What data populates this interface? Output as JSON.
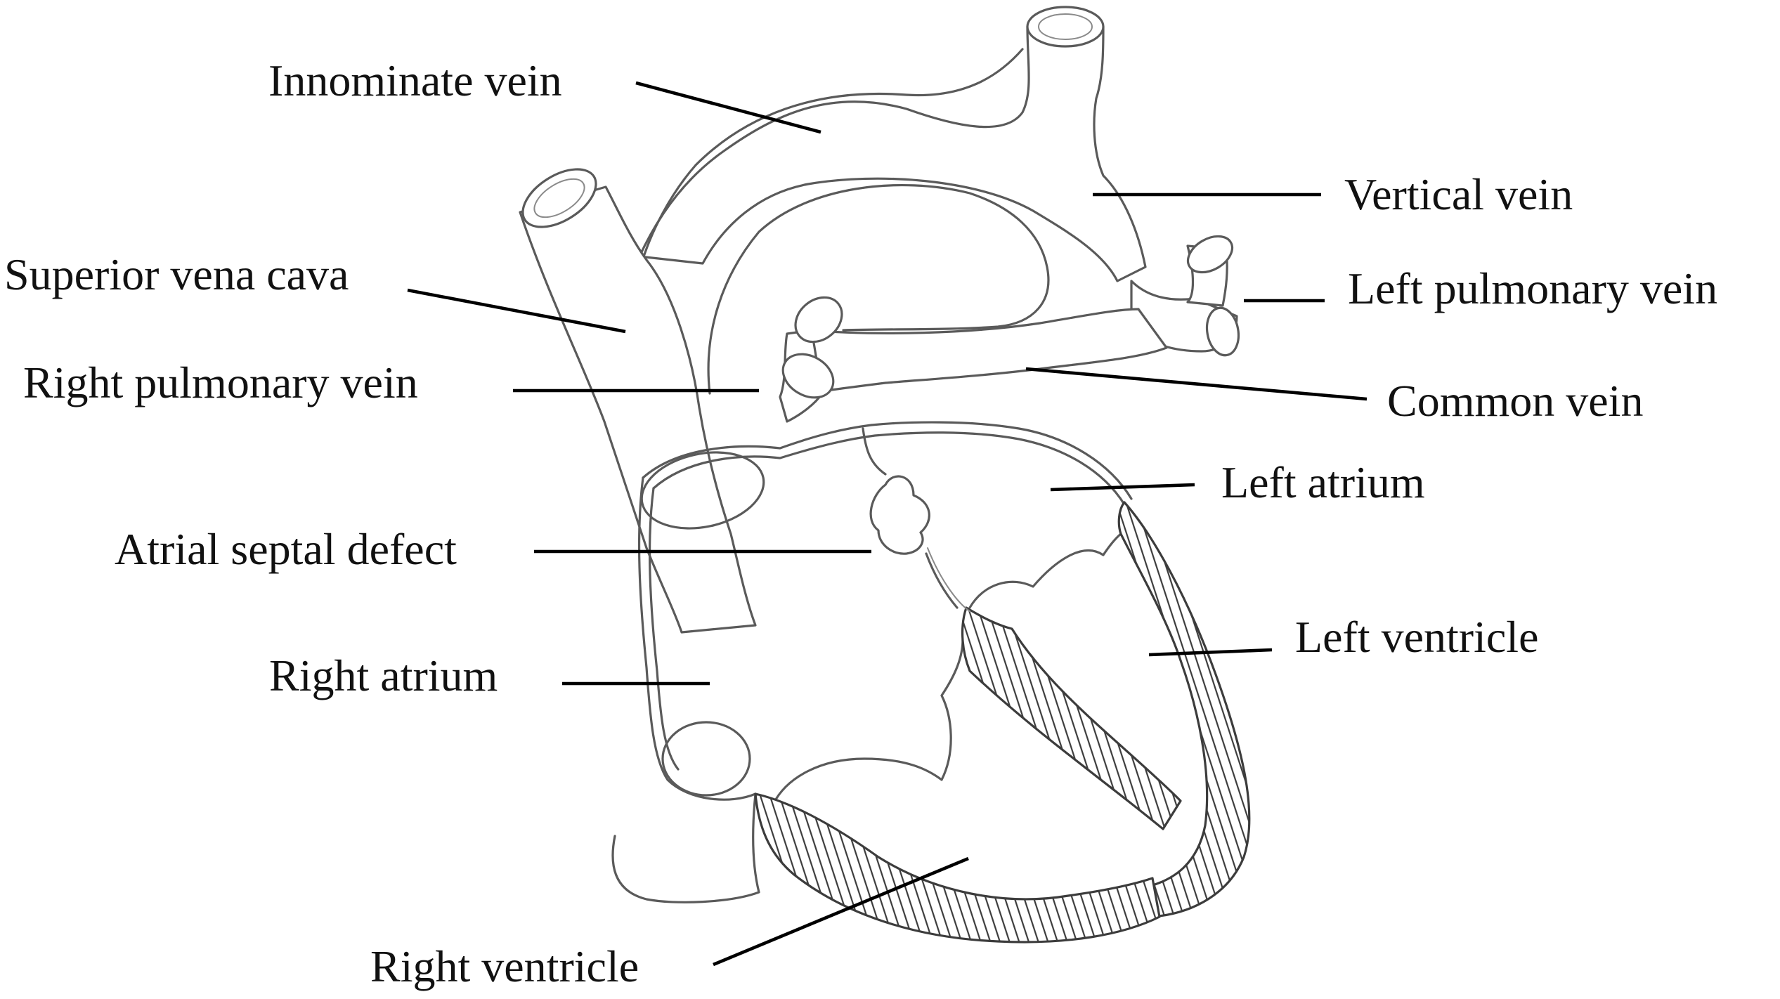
{
  "diagram": {
    "labels": {
      "innominate_vein": "Innominate vein",
      "vertical_vein": "Vertical vein",
      "superior_vena_cava": "Superior vena cava",
      "left_pulmonary_vein": "Left pulmonary vein",
      "right_pulmonary_vein": "Right pulmonary vein",
      "common_vein": "Common vein",
      "left_atrium": "Left atrium",
      "atrial_septal_defect": "Atrial septal defect",
      "left_ventricle": "Left ventricle",
      "right_atrium": "Right atrium",
      "right_ventricle": "Right ventricle"
    },
    "colors": {
      "line": "#000000",
      "sketch": "#5a5a5a",
      "hatch": "#3c3c3c",
      "background": "#ffffff"
    }
  }
}
